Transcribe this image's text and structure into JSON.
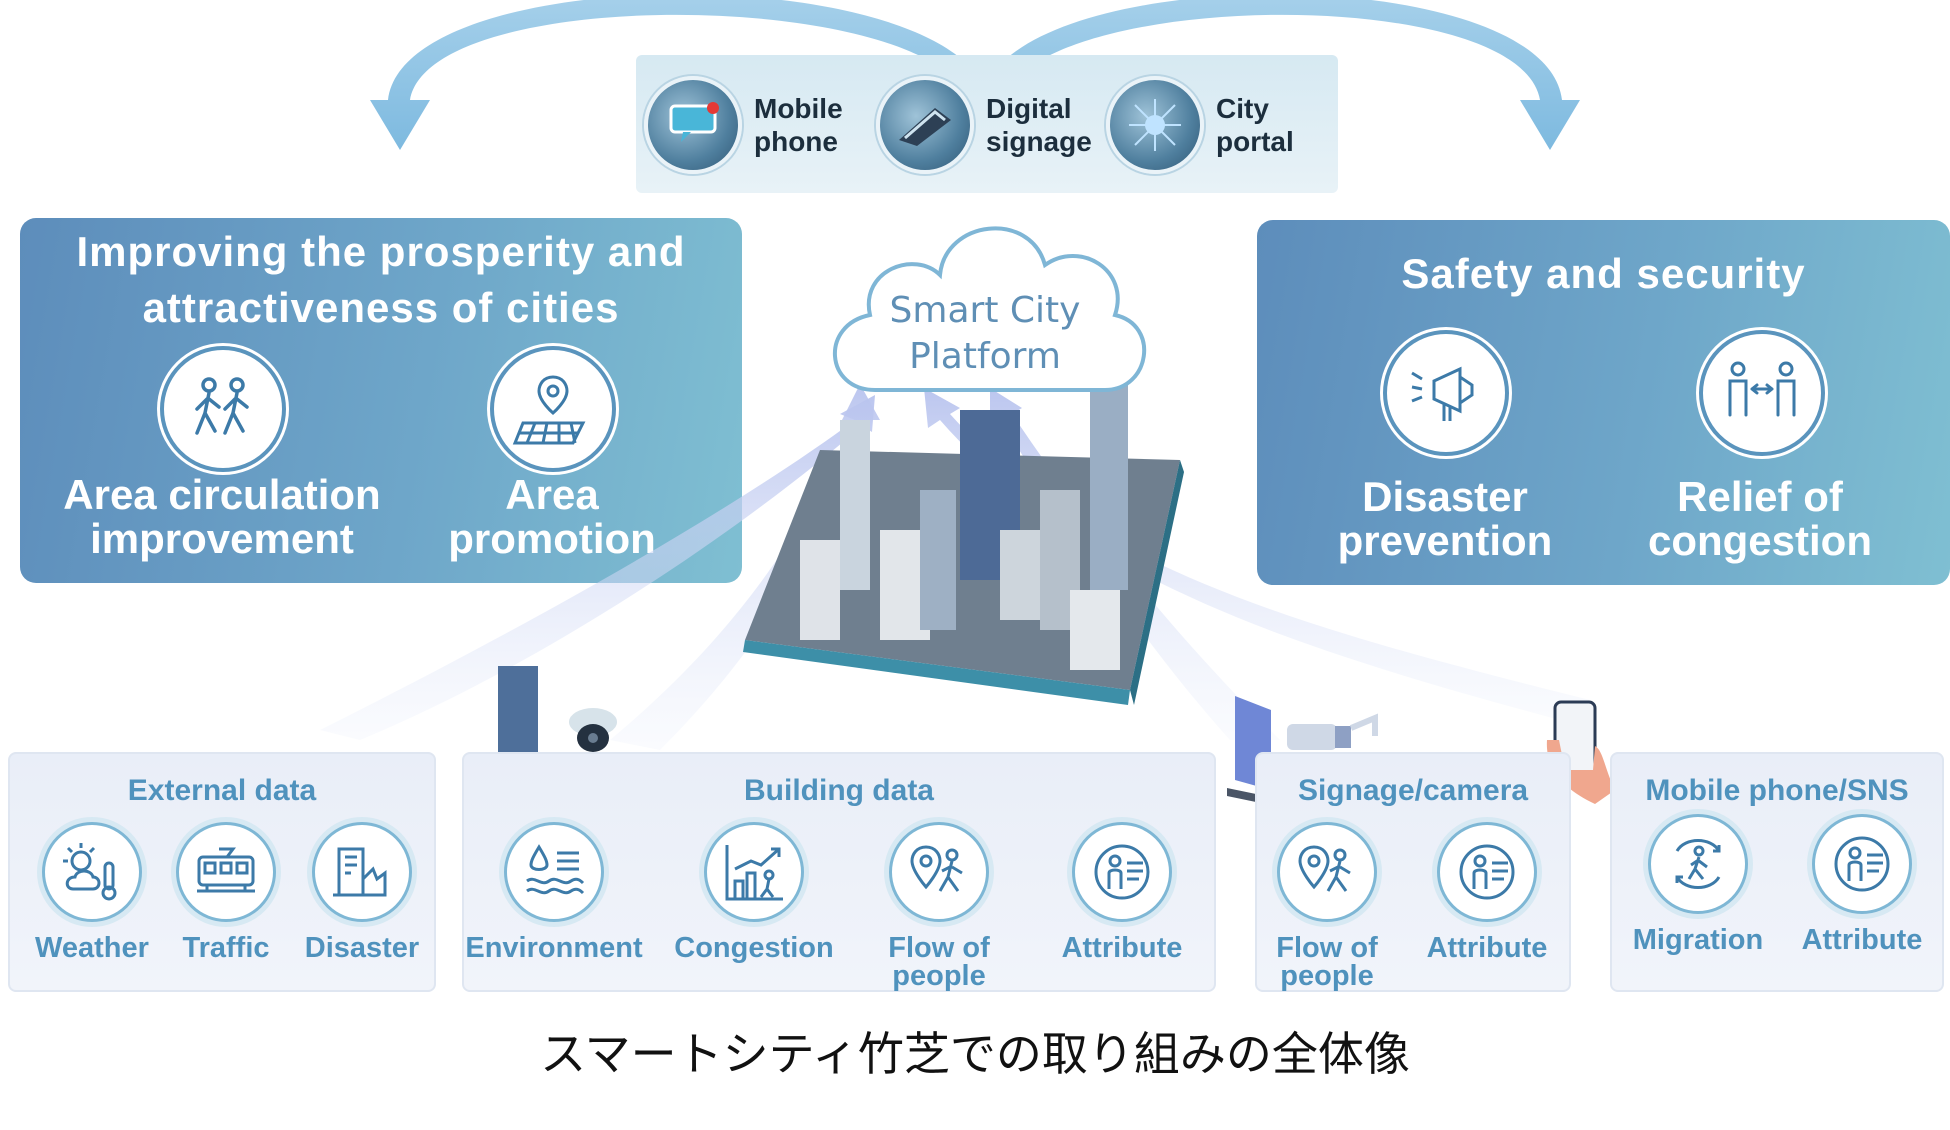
{
  "channels": [
    {
      "label": "Mobile\nphone",
      "icon": "mobile-phone-icon"
    },
    {
      "label": "Digital\nsignage",
      "icon": "digital-signage-icon"
    },
    {
      "label": "City\nportal",
      "icon": "city-portal-icon"
    }
  ],
  "platform": {
    "label": "Smart City\nPlatform"
  },
  "left_panel": {
    "title": "Improving the prosperity  and\nattractiveness  of cities",
    "features": [
      {
        "label": "Area circulation\nimprovement",
        "icon": "walking-people-icon"
      },
      {
        "label": "Area\npromotion",
        "icon": "map-pin-icon"
      }
    ]
  },
  "right_panel": {
    "title": "Safety and security",
    "features": [
      {
        "label": "Disaster\nprevention",
        "icon": "megaphone-icon"
      },
      {
        "label": "Relief of\ncongestion",
        "icon": "distancing-icon"
      }
    ]
  },
  "data_sources": [
    {
      "title": "External  data",
      "items": [
        {
          "label": "Weather",
          "icon": "weather-icon"
        },
        {
          "label": "Traffic",
          "icon": "train-icon"
        },
        {
          "label": "Disaster",
          "icon": "disaster-icon"
        }
      ]
    },
    {
      "title": "Building  data",
      "items": [
        {
          "label": "Environment",
          "icon": "environment-icon"
        },
        {
          "label": "Congestion",
          "icon": "congestion-icon"
        },
        {
          "label": "Flow of\npeople",
          "icon": "flow-of-people-icon"
        },
        {
          "label": "Attribute",
          "icon": "attribute-icon"
        }
      ]
    },
    {
      "title": "Signage/camera",
      "items": [
        {
          "label": "Flow of\npeople",
          "icon": "flow-of-people-icon"
        },
        {
          "label": "Attribute",
          "icon": "attribute-icon"
        }
      ]
    },
    {
      "title": "Mobile  phone/SNS",
      "items": [
        {
          "label": "Migration",
          "icon": "migration-icon"
        },
        {
          "label": "Attribute",
          "icon": "attribute-icon"
        }
      ]
    }
  ],
  "caption": "スマートシティ竹芝での取り組みの全体像",
  "colors": {
    "panel": "#6a9fc6",
    "accent": "#4f92bd",
    "arrow": "#7bb9e0",
    "cloud_text": "#5f8fb5"
  }
}
